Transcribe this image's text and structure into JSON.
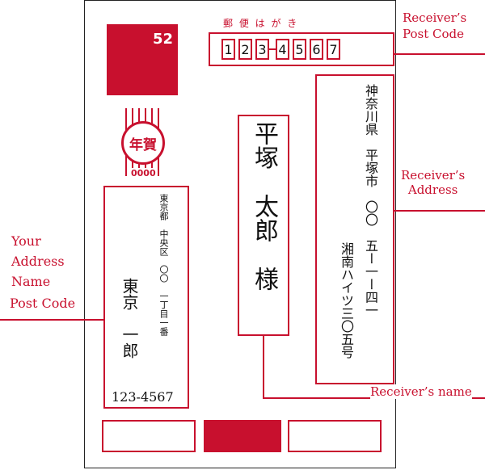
{
  "card": {
    "stamp_value": "52",
    "header": "郵 便 は が き",
    "postcode_digits": [
      "1",
      "2",
      "3",
      "4",
      "5",
      "6",
      "7"
    ],
    "nenga_mark": "年賀",
    "nenga_number": "0000",
    "receiver": {
      "address_line1": "神奈川県　平塚市　〇〇　五ー一ー四一",
      "address_line2": "湘南ハイツ三〇五号",
      "name": "平塚　太郎　様"
    },
    "sender": {
      "address_line1": "東京都　中央区　〇〇　一丁目一番",
      "name": "東京　一郎",
      "postcode": "123-4567"
    }
  },
  "labels": {
    "receiver_post_code": "Receiver’s\nPost Code",
    "receiver_address": "Receiver’s\nAddress",
    "your_address_name": "Your\nAddress\nName",
    "post_code": "Post Code",
    "receiver_name": "Receiver’s name"
  },
  "colors": {
    "accent": "#c8102e",
    "border": "#222222"
  }
}
